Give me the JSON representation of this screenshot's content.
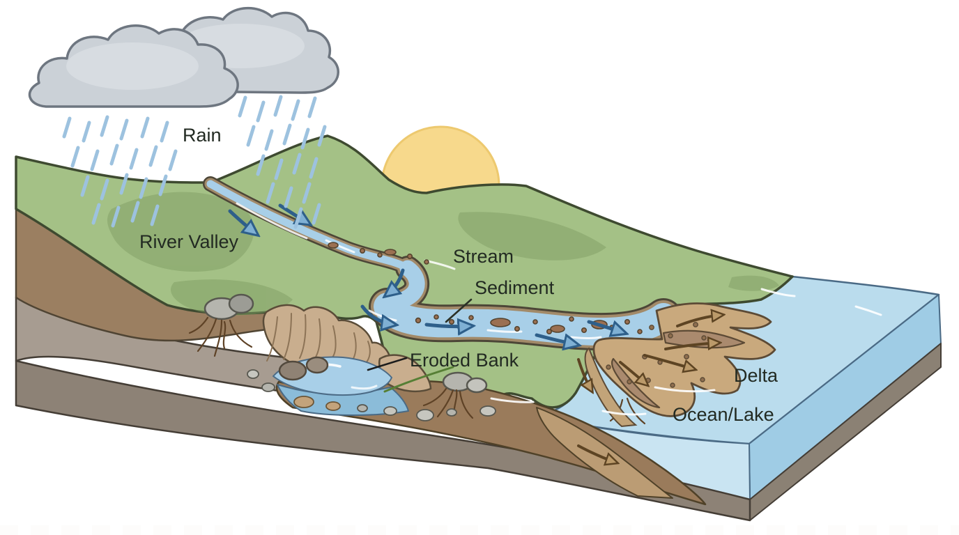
{
  "diagram": {
    "labels": {
      "rain": "Rain",
      "river_valley": "River Valley",
      "stream": "Stream",
      "sediment": "Sediment",
      "eroded_bank": "Eroded Bank",
      "delta": "Delta",
      "ocean_lake": "Ocean/Lake"
    }
  },
  "palette": {
    "background": "#ffffff",
    "sun": "#f7d98c",
    "sun_outline": "#edc96f",
    "cloud": "#cbd1d7",
    "cloud_highlight": "#dde2e7",
    "cloud_outline": "#6e7680",
    "rain_drop": "#9dc2df",
    "grass": "#a4c186",
    "grass_shade": "#7f9e63",
    "terrain_outline": "#3e4a30",
    "stream_water": "#a8cfe8",
    "water_top": "#badced",
    "water_side": "#9fcce5",
    "water_front": "#c9e4f2",
    "bank_brown": "#a28a69",
    "soil_brown": "#9a7b5b",
    "layer_brown": "#9b7f61",
    "layer_gray_light": "#a79c91",
    "layer_gray_dark": "#8d8276",
    "basement_gray": "#8b8174",
    "cliff_tan": "#c9ae8e",
    "sand": "#c9a97d",
    "delta_brown": "#aa8a6e",
    "rock_gray": "#a9a9a2",
    "root_brown": "#5e4226",
    "arrow_blue": "#7fb0d4",
    "arrow_blue_outline": "#2e5f8a",
    "arrow_brown": "#bb9a6a",
    "arrow_brown_outline": "#5d4423",
    "label_text": "#222a22"
  }
}
